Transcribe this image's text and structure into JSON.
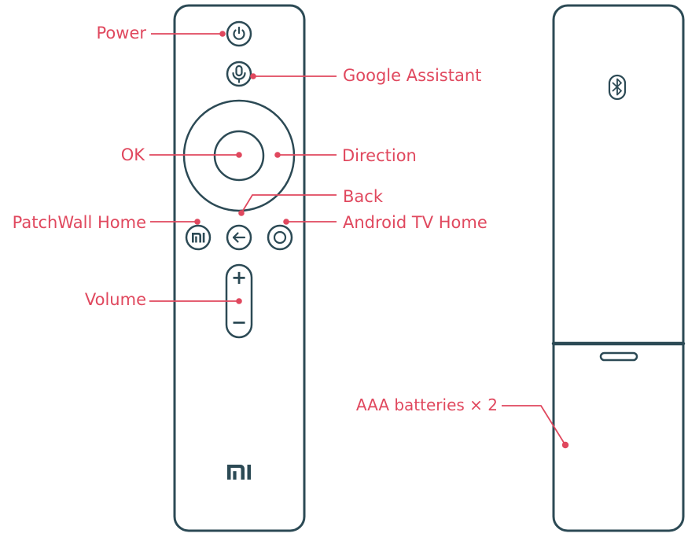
{
  "colors": {
    "outline": "#2c4a55",
    "accent": "#e0485e",
    "background": "#ffffff"
  },
  "front_labels": {
    "power": "Power",
    "google_assistant": "Google Assistant",
    "ok": "OK",
    "direction": "Direction",
    "back": "Back",
    "patchwall_home": "PatchWall Home",
    "android_tv_home": "Android TV Home",
    "volume": "Volume"
  },
  "button_glyphs": {
    "volume_up": "+",
    "volume_down": "−"
  },
  "logos": {
    "mi_logo": "mi",
    "home_button_logo": "mi"
  },
  "back_labels": {
    "batteries": "AAA batteries × 2"
  },
  "icons": [
    "power-icon",
    "microphone-icon",
    "back-arrow-icon",
    "mi-logo-icon",
    "home-circle-icon",
    "bluetooth-icon"
  ]
}
